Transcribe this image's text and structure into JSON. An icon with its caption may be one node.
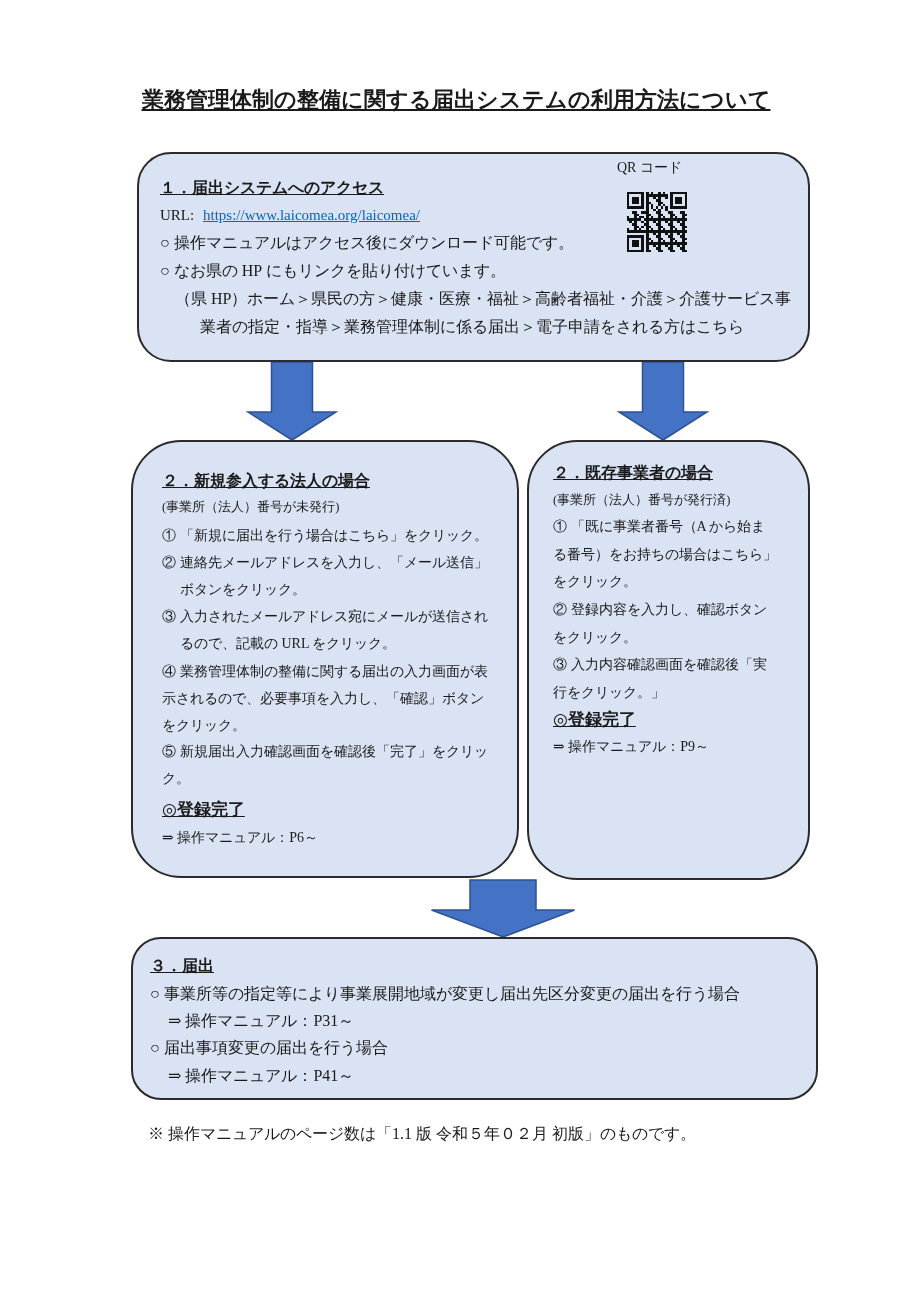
{
  "diagram": {
    "title": "業務管理体制の整備に関する届出システムの利用方法について",
    "nodes": [
      {
        "text": [
          "１．届出システムへのアクセス",
          "URL:",
          "https://www.laicomea.org/laicomea/",
          "○ 操作マニュアルはアクセス後にダウンロード可能です。",
          "○ なお県の HP にもリンクを貼り付けています。",
          "（県 HP）ホーム＞県民の方＞健康・医療・福祉＞高齢者福祉・介護＞介護サービス事業者の指定・指導＞業務管理体制に係る届出＞電子申請をされる方はこちら",
          "QR コード"
        ]
      },
      {
        "text": [
          "２．新規参入する法人の場合",
          "(事業所（法人）番号が未発行)",
          "① 「新規に届出を行う場合はこちら」をクリック。",
          "② 連絡先メールアドレスを入力し、「メール送信」ボタンをクリック。",
          "③ 入力されたメールアドレス宛にメールが送信されるので、記載の URL をクリック。",
          "④ 業務管理体制の整備に関する届出の入力画面が表示されるので、必要事項を入力し、「確認」ボタンをクリック。",
          "⑤ 新規届出入力確認画面を確認後「完了」をクリック。",
          "◎登録完了",
          "⇒ 操作マニュアル：P6～"
        ]
      },
      {
        "text": [
          "２．既存事業者の場合",
          "(事業所（法人）番号が発行済)",
          "① 「既に事業者番号（A から始まる番号）をお持ちの場合はこちら」をクリック。",
          "② 登録内容を入力し、確認ボタンをクリック。",
          "③ 入力内容確認画面を確認後「実行をクリック。」",
          "◎登録完了",
          "⇒ 操作マニュアル：P9～"
        ]
      },
      {
        "text": [
          "３．届出",
          "○ 事業所等の指定等により事業展開地域が変更し届出先区分変更の届出を行う場合",
          "⇒ 操作マニュアル：P31～",
          "○ 届出事項変更の届出を行う場合",
          "⇒ 操作マニュアル：P41～"
        ]
      }
    ],
    "edges": [
      {
        "from": 0,
        "to": 1,
        "arrow": "to"
      },
      {
        "from": 0,
        "to": 2,
        "arrow": "to"
      },
      {
        "from": 1,
        "to": 3,
        "arrow": "to"
      },
      {
        "from": 2,
        "to": 3,
        "arrow": "to"
      }
    ],
    "labels": [
      "※ 操作マニュアルのページ数は「1.1 版 令和５年０２月 初版」のものです。"
    ]
  }
}
